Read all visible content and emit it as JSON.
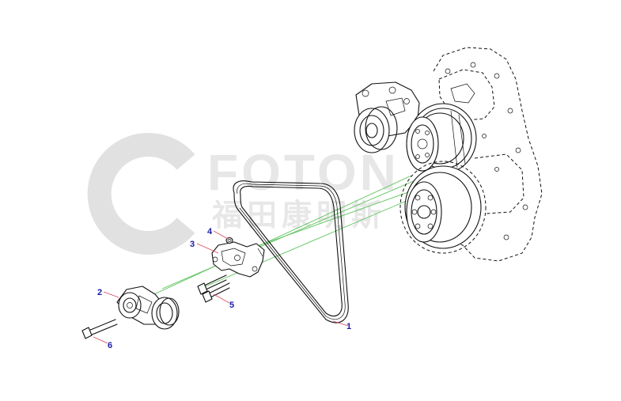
{
  "watermark": {
    "brand": "Cummins",
    "text_latin": "FOTON",
    "text_cjk": "福田康明斯",
    "color": "#c9c9c9"
  },
  "callouts": [
    {
      "id": "1",
      "label": "1"
    },
    {
      "id": "2",
      "label": "2"
    },
    {
      "id": "3",
      "label": "3"
    },
    {
      "id": "4",
      "label": "4"
    },
    {
      "id": "5",
      "label": "5"
    },
    {
      "id": "6",
      "label": "6"
    }
  ],
  "colors": {
    "callout_text": "#1a1aa6",
    "leader": "#d9485a",
    "axis_line": "#5cc45c",
    "linework": "#111111"
  }
}
